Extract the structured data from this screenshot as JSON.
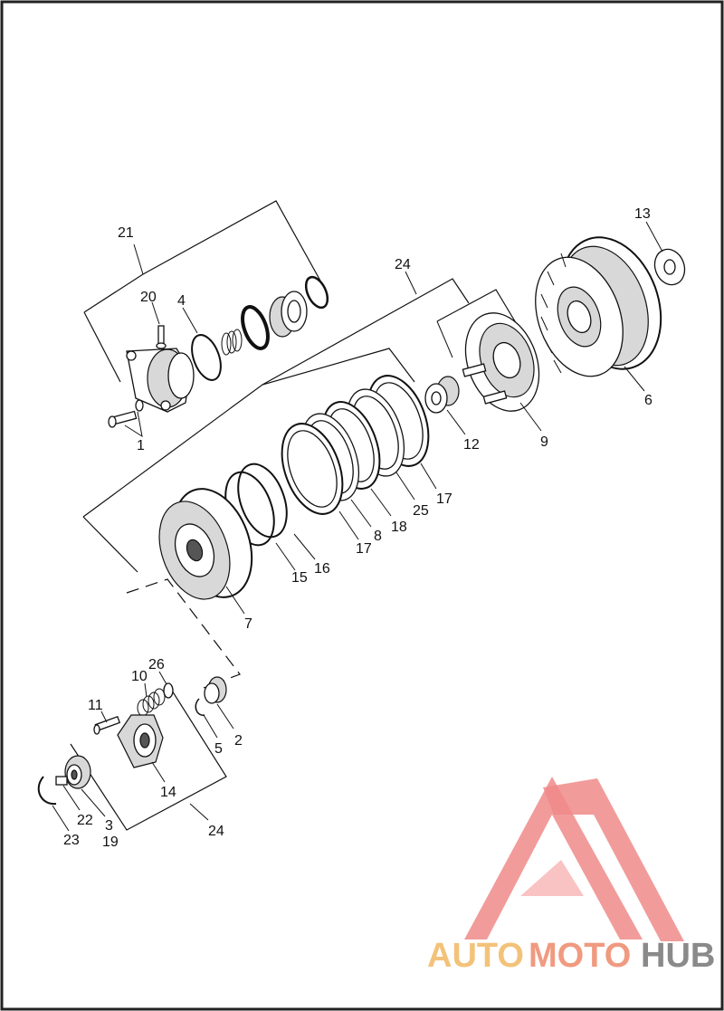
{
  "callouts": {
    "c1": "1",
    "c2": "2",
    "c3": "3",
    "c4": "4",
    "c5": "5",
    "c6": "6",
    "c7": "7",
    "c8": "8",
    "c9": "9",
    "c10": "10",
    "c11": "11",
    "c12": "12",
    "c13": "13",
    "c14": "14",
    "c15": "15",
    "c16": "16",
    "c17a": "17",
    "c17b": "17",
    "c18": "18",
    "c19": "19",
    "c20": "20",
    "c21": "21",
    "c22": "22",
    "c23": "23",
    "c24a": "24",
    "c24b": "24",
    "c25": "25",
    "c26": "26"
  },
  "watermark": {
    "part1": "AUTO",
    "part2": "MOTO",
    "part3": "HUB",
    "colors": {
      "auto": "#f3c27a",
      "moto": "#f09a80",
      "hub": "#8a8a8a",
      "logo": "#f08a8a"
    }
  }
}
